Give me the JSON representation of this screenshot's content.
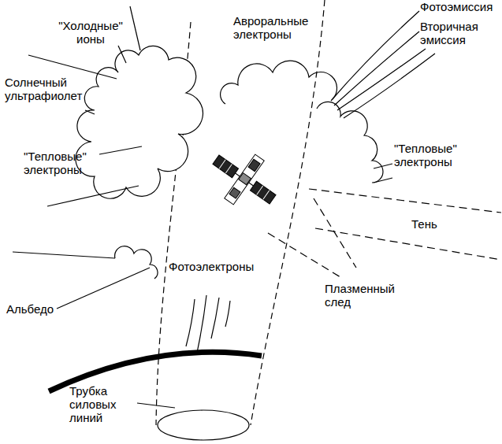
{
  "diagram": {
    "labels": [
      "\"Холодные\" ионы",
      "Солнечный ультрафиолет",
      "\"Тепловые\" электроны",
      "Альбедо",
      "Фотоэлектроны",
      "Трубка силовых линий",
      "Авроральные электроны",
      "Фотоэмиссия",
      "Вторичная эмиссия",
      "\"Тепловые\" электроны",
      "Тень",
      "Плазменный след"
    ]
  }
}
